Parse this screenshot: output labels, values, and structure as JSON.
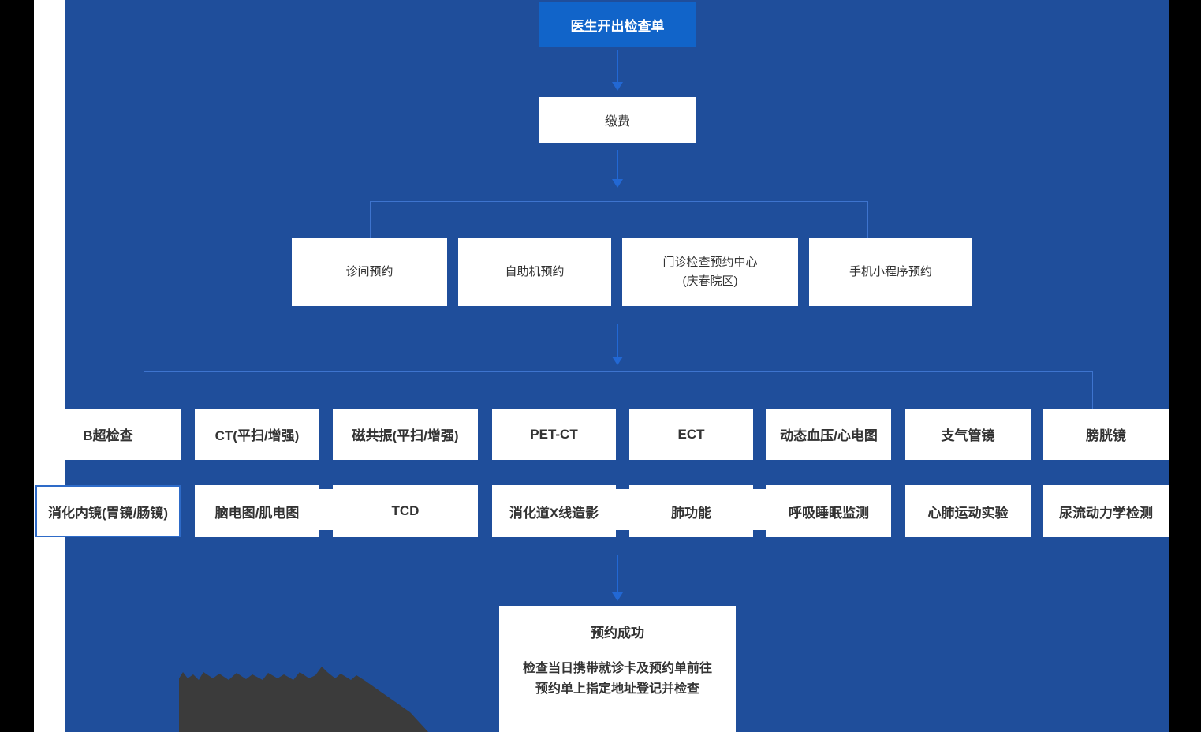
{
  "flow": {
    "start": "医生开出检查单",
    "payment": "缴费"
  },
  "booking_channels": [
    {
      "label": "诊间预约"
    },
    {
      "label": "自助机预约"
    },
    {
      "label": "门诊检查预约中心",
      "sublabel": "(庆春院区)"
    },
    {
      "label": "手机小程序预约"
    }
  ],
  "exam_row1": [
    "B超检查",
    "CT(平扫/增强)",
    "磁共振(平扫/增强)",
    "PET-CT",
    "ECT",
    "动态血压/心电图",
    "支气管镜",
    "膀胱镜"
  ],
  "exam_row2": [
    "消化内镜(胃镜/肠镜)",
    "脑电图/肌电图",
    "TCD",
    "消化道X线造影",
    "肺功能",
    "呼吸睡眠监测",
    "心肺运动实验",
    "尿流动力学检测"
  ],
  "success_box": {
    "title": "预约成功",
    "line1": "检查当日携带就诊卡及预约单前往",
    "line2": "预约单上指定地址登记并检查"
  },
  "colors": {
    "canvas_blue": "#1F4E9B",
    "highlight_blue": "#1164C9",
    "arrow_blue": "#2268D4",
    "connector_blue": "#3E74CE",
    "box_text": "#333333",
    "dark_shape": "#3B3B3B"
  }
}
